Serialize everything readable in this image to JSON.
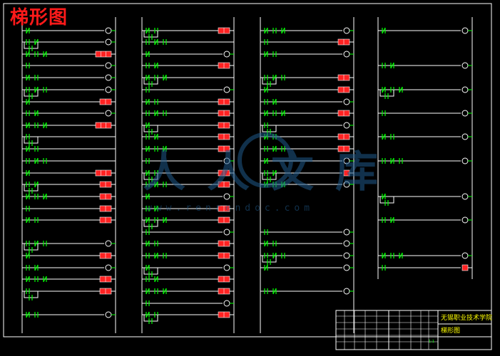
{
  "title": "梯形图",
  "watermark": {
    "text_cn": "人人文库",
    "text_url": "www.renrendoc.com"
  },
  "title_block": {
    "school": "无锡职业技术学院",
    "drawing_name": "梯形图",
    "scale": "1:1"
  },
  "colors": {
    "background": "#000000",
    "border": "#ffffff",
    "rung_line": "#ffffff",
    "contact": "#00ff00",
    "coil_fill": "#ff2222",
    "title": "#ff1a1a",
    "tb_text": "#ffff00",
    "watermark": "#1f5a8a"
  }
}
